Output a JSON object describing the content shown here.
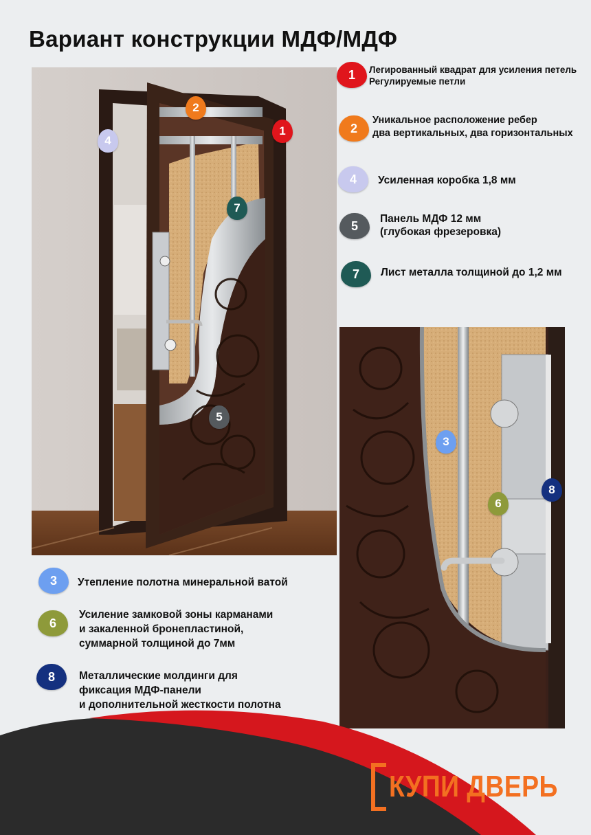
{
  "title": "Вариант конструкции МДФ/МДФ",
  "colors": {
    "b1": "#e0151c",
    "b2": "#f07a1c",
    "b3": "#6d9ff0",
    "b4": "#c8c9ee",
    "b5": "#555a5e",
    "b6": "#8e9a3a",
    "b7": "#1f5a55",
    "b8": "#14307f",
    "brand": "#f37021"
  },
  "legend_right": [
    {
      "num": "1",
      "lines": [
        "Легированный квадрат для усиления петель",
        "Регулируемые петли"
      ]
    },
    {
      "num": "2",
      "lines": [
        "Уникальное расположение ребер",
        "два вертикальных, два горизонтальных"
      ]
    },
    {
      "num": "4",
      "lines": [
        "Усиленная коробка 1,8 мм"
      ]
    },
    {
      "num": "5",
      "lines": [
        "Панель МДФ 12 мм",
        "(глубокая фрезеровка)"
      ]
    },
    {
      "num": "7",
      "lines": [
        "Лист металла толщиной до 1,2 мм"
      ]
    }
  ],
  "legend_left": [
    {
      "num": "3",
      "lines": [
        "Утепление полотна минеральной ватой"
      ]
    },
    {
      "num": "6",
      "lines": [
        "Усиление замковой зоны карманами",
        "и закаленной бронепластиной,",
        "суммарной толщиной до 7мм"
      ]
    },
    {
      "num": "8",
      "lines": [
        "Металлические молдинги для",
        "фиксация МДФ-панели",
        "и дополнительной жесткости полотна"
      ]
    }
  ],
  "photo_markers": {
    "m1": "1",
    "m2": "2",
    "m4": "4",
    "m5": "5",
    "m7": "7",
    "m3": "3",
    "m6": "6",
    "m8": "8"
  },
  "logo": "КУПИ ДВЕРЬ"
}
